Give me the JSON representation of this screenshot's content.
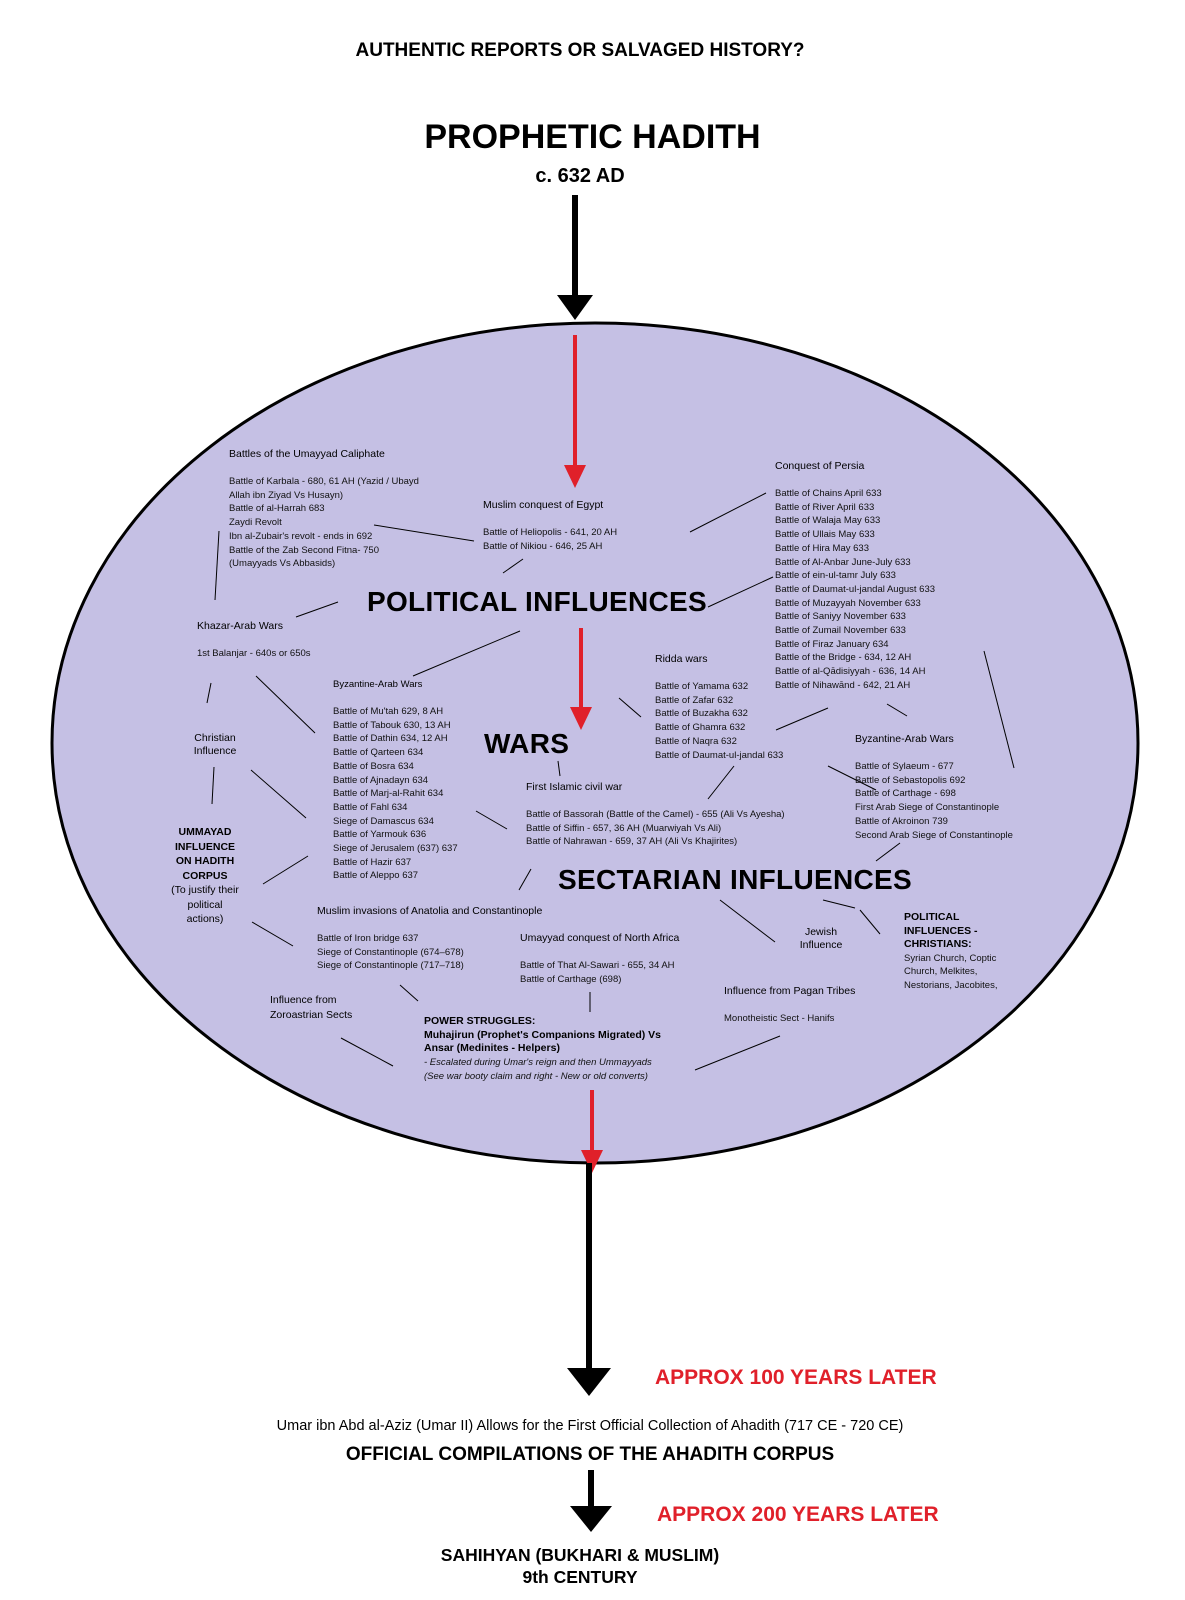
{
  "page_title": "AUTHENTIC REPORTS OR SALVAGED HISTORY?",
  "top": {
    "title": "PROPHETIC HADITH",
    "date": "c. 632 AD"
  },
  "labels": {
    "political": "POLITICAL INFLUENCES",
    "wars": "WARS",
    "sectarian": "SECTARIAN INFLUENCES"
  },
  "umayyad_battles": {
    "title": "Battles of the Umayyad Caliphate",
    "items": [
      "Battle of Karbala - 680, 61 AH (Yazid / Ubayd",
      "Allah ibn Ziyad Vs Husayn)",
      "Battle of al-Harrah 683",
      "Zaydi Revolt",
      "Ibn al-Zubair's revolt - ends in 692",
      "Battle of the Zab Second Fitna- 750",
      "(Umayyads Vs Abbasids)"
    ]
  },
  "egypt": {
    "title": "Muslim conquest of Egypt",
    "items": [
      "Battle of Heliopolis - 641, 20 AH",
      "Battle of Nikiou - 646, 25 AH"
    ]
  },
  "persia": {
    "title": "Conquest of Persia",
    "items": [
      "Battle of Chains April 633",
      "Battle of River April 633",
      "Battle of Walaja May 633",
      "Battle of Ullais May 633",
      "Battle of Hira May 633",
      "Battle of Al-Anbar June-July 633",
      "Battle of ein-ul-tamr July 633",
      "Battle of Daumat-ul-jandal August 633",
      "Battle of Muzayyah November 633",
      "Battle of Saniyy November 633",
      "Battle of Zumail November 633",
      "Battle of Firaz January 634",
      "Battle of the Bridge - 634, 12 AH",
      "Battle of al-Qādisiyyah - 636, 14 AH",
      "Battle of Nihawānd - 642, 21 AH"
    ]
  },
  "khazar": {
    "title": "Khazar-Arab Wars",
    "items": [
      "1st Balanjar - 640s or 650s"
    ]
  },
  "byzantine1": {
    "title": "Byzantine-Arab Wars",
    "items": [
      "Battle of Mu'tah 629, 8 AH",
      "Battle of Tabouk 630, 13 AH",
      "Battle of Dathin 634, 12 AH",
      "Battle of Qarteen 634",
      "Battle of Bosra 634",
      "Battle of Ajnadayn 634",
      "Battle of Marj-al-Rahit 634",
      "Battle of Fahl 634",
      "Siege of Damascus 634",
      "Battle of Yarmouk 636",
      "Siege of Jerusalem (637) 637",
      "Battle of Hazir 637",
      "Battle of Aleppo 637"
    ]
  },
  "ridda": {
    "title": "Ridda wars",
    "items": [
      "Battle of Yamama 632",
      "Battle of Zafar 632",
      "Battle of Buzakha 632",
      "Battle of Ghamra 632",
      "Battle of Naqra 632",
      "Battle of Daumat-ul-jandal 633"
    ]
  },
  "christian": {
    "lines": [
      "Christian",
      "Influence"
    ]
  },
  "civil_war": {
    "title": "First Islamic civil war",
    "items": [
      "Battle of Bassorah (Battle of the Camel) - 655 (Ali Vs Ayesha)",
      "Battle of Siffin - 657, 36 AH  (Muarwiyah Vs Ali)",
      "Battle of Nahrawan - 659, 37 AH (Ali Vs Khajirites)"
    ]
  },
  "byzantine2": {
    "title": "Byzantine-Arab Wars",
    "items": [
      "Battle of Sylaeum - 677",
      "Battle of Sebastopolis 692",
      "Battle of Carthage - 698",
      "First Arab Siege of Constantinople",
      "Battle of Akroinon 739",
      "Second Arab Siege of Constantinople"
    ]
  },
  "ummayad": {
    "lines": [
      "UMMAYAD",
      "INFLUENCE",
      "ON HADITH",
      "CORPUS"
    ],
    "note": [
      "(To justify their",
      "political",
      "actions)"
    ]
  },
  "anatolia": {
    "title": "Muslim invasions of Anatolia and Constantinople",
    "items": [
      "Battle of Iron bridge 637",
      "Siege of Constantinople (674–678)",
      "Siege of Constantinople (717–718)"
    ]
  },
  "north_africa": {
    "title": "Umayyad conquest of North Africa",
    "items": [
      "Battle of That Al-Sawari - 655, 34 AH",
      "Battle of Carthage (698)"
    ]
  },
  "jewish": {
    "lines": [
      "Jewish",
      "Influence"
    ]
  },
  "christians_political": {
    "title": [
      "POLITICAL",
      "INFLUENCES -",
      "CHRISTIANS:"
    ],
    "items": [
      "Syrian Church, Coptic",
      "Church, Melkites,",
      "Nestorians, Jacobites,"
    ]
  },
  "pagan": {
    "title": "Influence from Pagan Tribes",
    "items": [
      "Monotheistic Sect - Hanifs"
    ]
  },
  "zoroastrian": {
    "lines": [
      "Influence from",
      "Zoroastrian Sects"
    ]
  },
  "power": {
    "bold": [
      "POWER STRUGGLES:",
      "Muhajirun (Prophet's Companions Migrated) Vs",
      "Ansar (Medinites - Helpers)"
    ],
    "italic": [
      "- Escalated during Umar's reign and then Ummayyads",
      "(See war booty claim and right - New or old converts)"
    ]
  },
  "bottom": {
    "approx100": "APPROX 100 YEARS LATER",
    "umar": "Umar ibn Abd al-Aziz (Umar II) Allows for the First Official Collection of Ahadith (717 CE - 720 CE)",
    "official": "OFFICIAL COMPILATIONS OF THE AHADITH CORPUS",
    "approx200": "APPROX 200 YEARS LATER",
    "sahihyan": "SAHIHYAN (BUKHARI & MUSLIM)",
    "century": "9th CENTURY"
  },
  "colors": {
    "ellipse_fill": "#c5c0e4",
    "ellipse_stroke": "#000000",
    "red_arrow": "#e0202a",
    "red_text": "#e0202a"
  }
}
